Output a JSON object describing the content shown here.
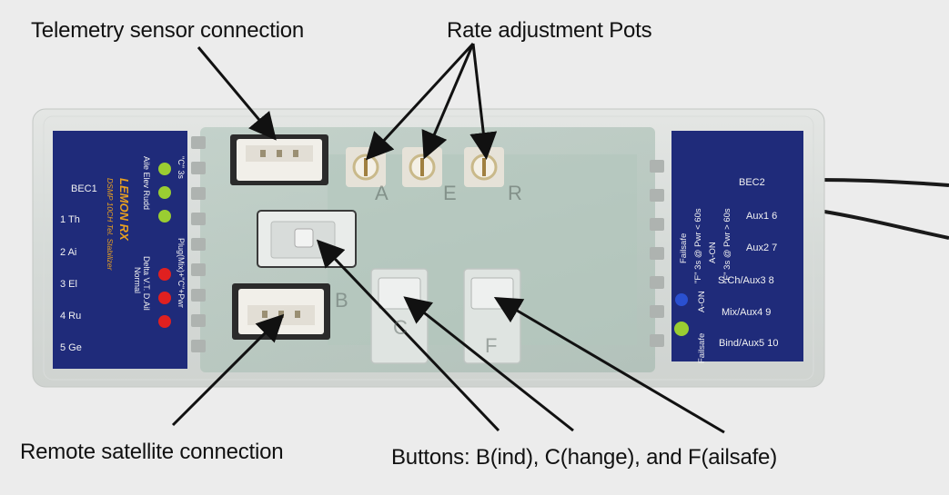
{
  "callouts": {
    "telemetry": "Telemetry sensor connection",
    "rate_pots": "Rate adjustment Pots",
    "satellite": "Remote satellite connection",
    "buttons": "Buttons: B(ind), C(hange), and F(ailsafe)"
  },
  "pots": [
    "A",
    "E",
    "R"
  ],
  "buttons": [
    "B",
    "C",
    "F"
  ],
  "left_label": {
    "channels": [
      "BEC1",
      "1 Th",
      "2 Ai",
      "3 El",
      "4 Ru",
      "5 Ge"
    ],
    "led_green": "Aile  Elev  Rudd",
    "led_green_head": "\"C\" 3s",
    "led_red_head": "Plug(Mix)+\"C\"+Pwr",
    "led_red_1": "Delta  V.T.  D.Ail",
    "led_red_2": "Normal",
    "brand": "LEMON RX",
    "model_1": "DSMP 10CH Tel. Stabilizer"
  },
  "right_label": {
    "channels": [
      "BEC2",
      "Aux1 6",
      "Aux2 7",
      "S.Ch/Aux3 8",
      "Mix/Aux4 9",
      "Bind/Aux5 10"
    ],
    "failsafe_1": "Failsafe",
    "failsafe_2": "\"F\" 3s @ Pwr < 60s",
    "aon_1": "A-ON",
    "aon_2": "\"F\" 3s @ Pwr > 60s",
    "failsafe_3": "Failsafe",
    "aon_3": "A-ON"
  },
  "colors": {
    "label_blue": "#1f2b7a",
    "led_green": "#9acd32",
    "led_red": "#e02020",
    "led_blue": "#2a50d0",
    "brand_orange": "#e8a020"
  }
}
